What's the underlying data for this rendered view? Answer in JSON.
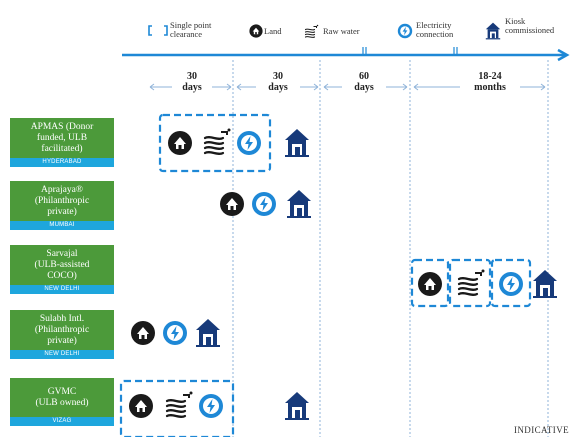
{
  "legend": {
    "single_point": "Single point clearance",
    "land": "Land",
    "rawwater": "Raw water",
    "electricity": "Electricity connection",
    "kiosk": "Kiosk commissioned"
  },
  "timeline": [
    {
      "value": "30",
      "unit": "days"
    },
    {
      "value": "30",
      "unit": "days"
    },
    {
      "value": "60",
      "unit": "days"
    },
    {
      "value": "18-24",
      "unit": "months"
    }
  ],
  "rows": [
    {
      "name_lines": [
        "APMAS (Donor",
        "funded, ULB",
        "facilitated)"
      ],
      "city": "HYDERABAD"
    },
    {
      "name_lines": [
        "Aprajaya®",
        "(Philanthropic",
        "private)"
      ],
      "city": "MUMBAI"
    },
    {
      "name_lines": [
        "Sarvajal",
        "(ULB-assisted",
        "COCO)"
      ],
      "city": "NEW DELHI"
    },
    {
      "name_lines": [
        "Sulabh Intl.",
        "(Philanthropic",
        "private)"
      ],
      "city": "NEW DELHI"
    },
    {
      "name_lines": [
        "GVMC",
        "(ULB owned)"
      ],
      "city": "VIZAG"
    }
  ],
  "footer": "INDICATIVE",
  "colors": {
    "blue": "#1e88d6",
    "navy": "#173a7a",
    "black": "#1a1a1a",
    "green": "#4c9a3a",
    "cyan": "#1ea6dd"
  },
  "icons": [
    "land-icon",
    "rawwater-icon",
    "electricity-icon",
    "kiosk-icon",
    "single-point-clearance-icon"
  ]
}
